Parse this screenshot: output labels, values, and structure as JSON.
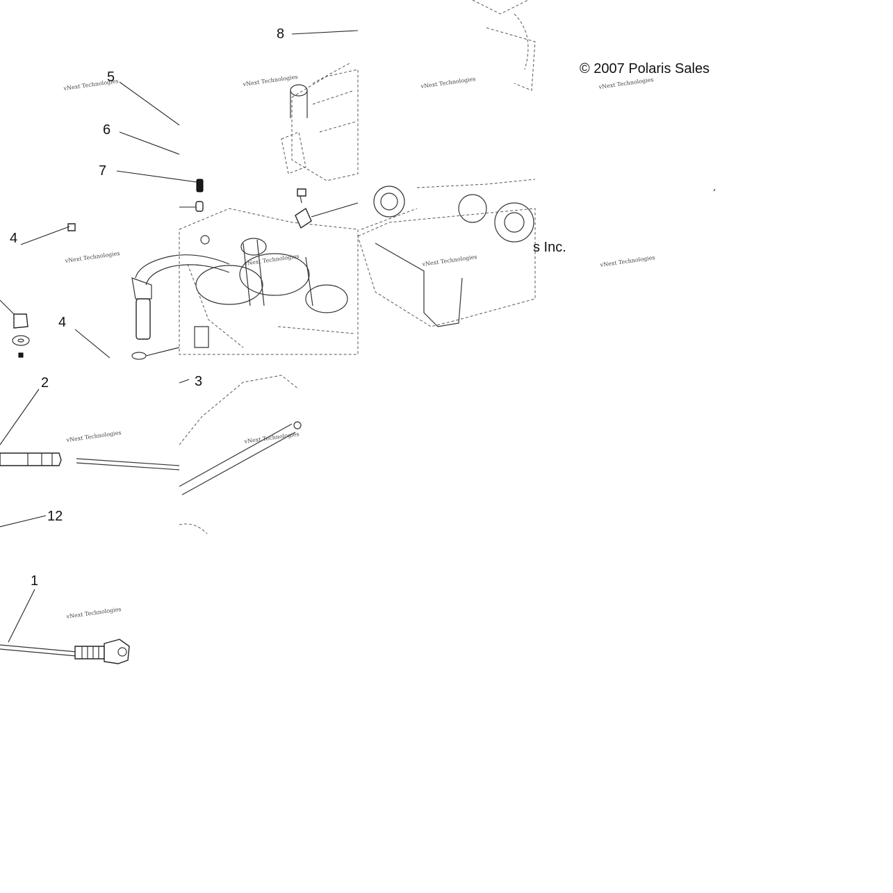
{
  "copyright_left": "© 2007 Polaris Sales",
  "copyright_right": "s Inc.",
  "watermark": "vNext Technologies",
  "callouts": [
    "8",
    "5",
    "6",
    "7",
    "4",
    "4",
    "2",
    "3",
    "12",
    "1"
  ]
}
